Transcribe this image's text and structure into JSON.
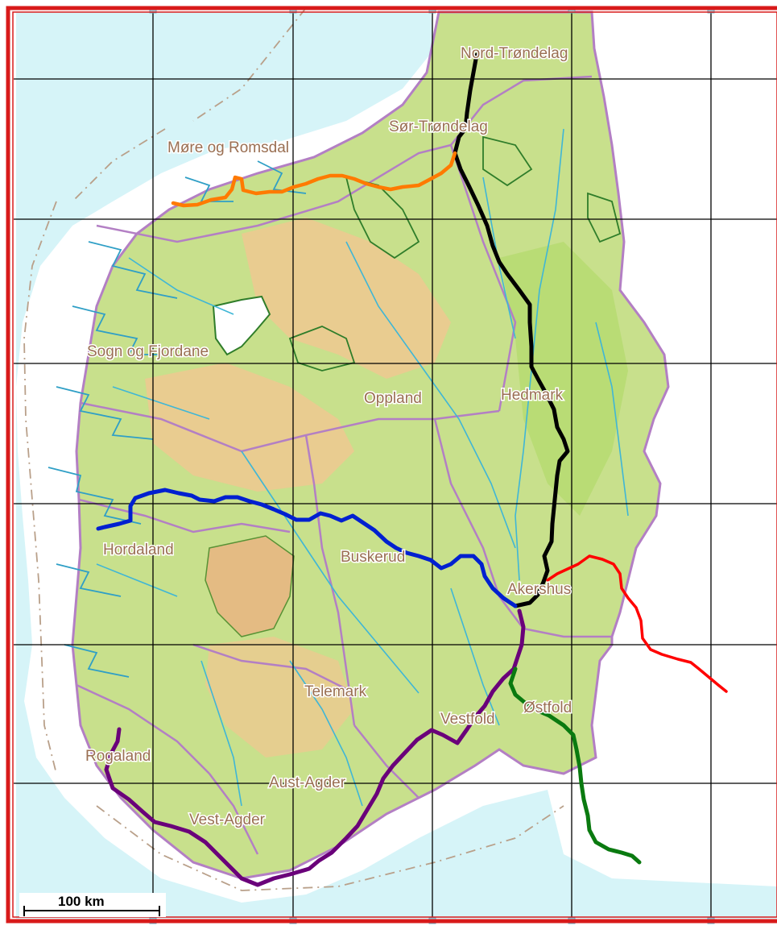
{
  "map": {
    "regions": {
      "nord_trondelag": "Nord-Trøndelag",
      "sor_trondelag": "Sør-Trøndelag",
      "more_og_romsdal": "Møre og Romsdal",
      "sogn_og_fjordane": "Sogn og Fjordane",
      "oppland": "Oppland",
      "hedmark": "Hedmark",
      "hordaland": "Hordaland",
      "buskerud": "Buskerud",
      "akershus": "Akershus",
      "telemark": "Telemark",
      "vestfold": "Vestfold",
      "ostfold": "Østfold",
      "rogaland": "Rogaland",
      "aust_agder": "Aust-Agder",
      "vest_agder": "Vest-Agder"
    },
    "scale_bar": {
      "label": "100 km"
    },
    "colors": {
      "sea": "#d6f4f8",
      "land": "#c8e08c",
      "lowland": "#b7db72",
      "highland": "#efc890",
      "frame": "#d81a1a",
      "grid": "#000000",
      "route_black": "#000000",
      "route_orange": "#ff7a00",
      "route_blue": "#0020d0",
      "route_red": "#ff0000",
      "route_purple": "#6a007a",
      "route_green": "#0a7a10"
    }
  }
}
